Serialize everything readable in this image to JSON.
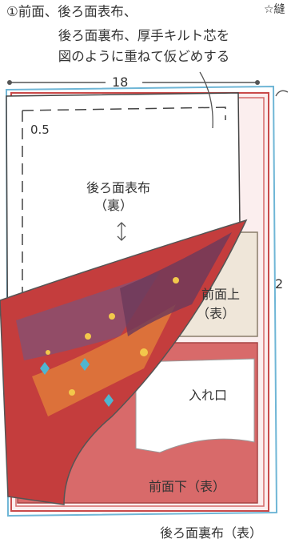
{
  "step_caption": {
    "line1": "①前面、後ろ面表布、",
    "line2": "後ろ面裏布、厚手キルト芯を",
    "line3": "図のように重ねて仮どめする"
  },
  "corner_note": "☆縫",
  "labels": {
    "width": "18",
    "seam": "0.5",
    "back_outer_line1": "後ろ面表布",
    "back_outer_line2": "（裏）",
    "side_number": "2",
    "front_upper_line1": "前面上",
    "front_upper_line2": "（表）",
    "opening": "入れ口",
    "front_lower": "前面下（表）",
    "back_lining": "後ろ面裏布（表）"
  },
  "colors": {
    "lining_red": "#c94a4a",
    "quilt_blue": "#6fb6d6",
    "line_gray": "#555555"
  }
}
